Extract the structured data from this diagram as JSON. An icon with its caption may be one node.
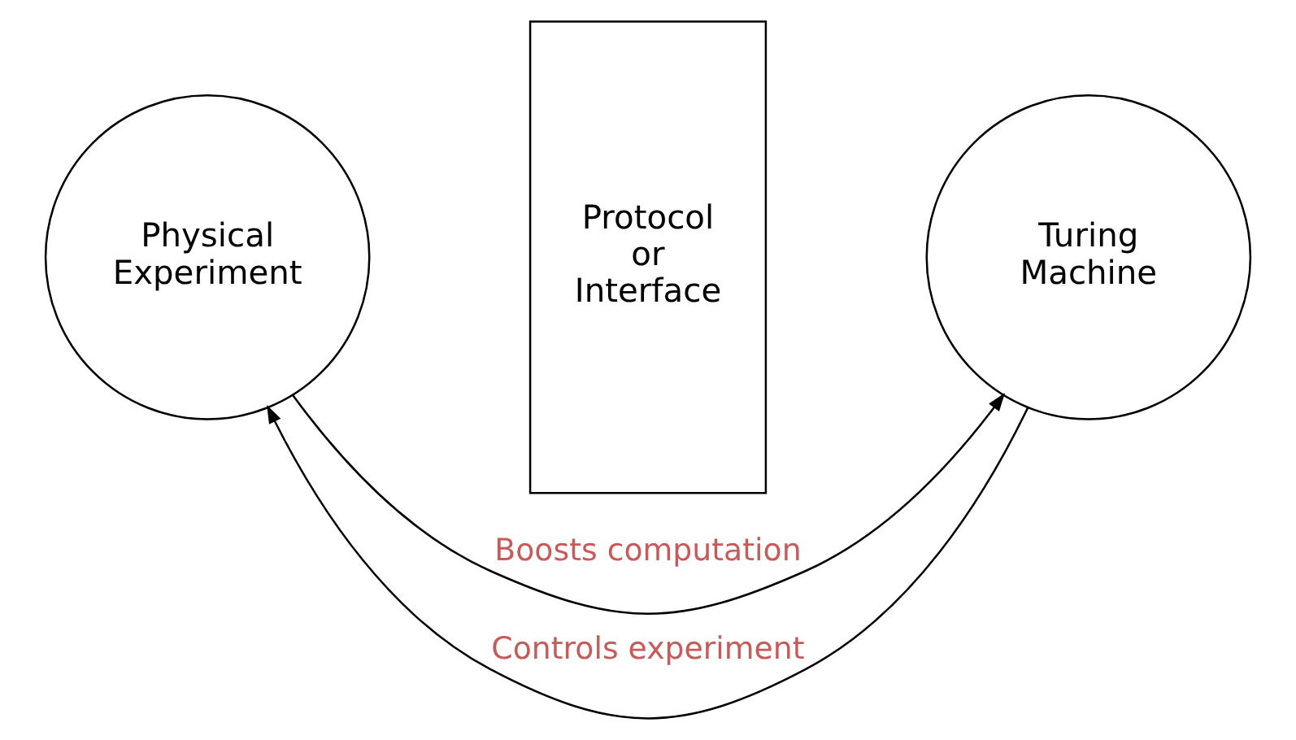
{
  "diagram": {
    "nodes": [
      {
        "text": [
          "Physical Experiment"
        ]
      },
      {
        "text": [
          "Protocol or Interface"
        ]
      },
      {
        "text": [
          "Turing Machine"
        ]
      }
    ],
    "edges": [
      {
        "from": 0,
        "to": 2,
        "arrow": "to",
        "label": "Boosts computation"
      },
      {
        "from": 2,
        "to": 0,
        "arrow": "to",
        "label": "Controls experiment"
      }
    ]
  }
}
